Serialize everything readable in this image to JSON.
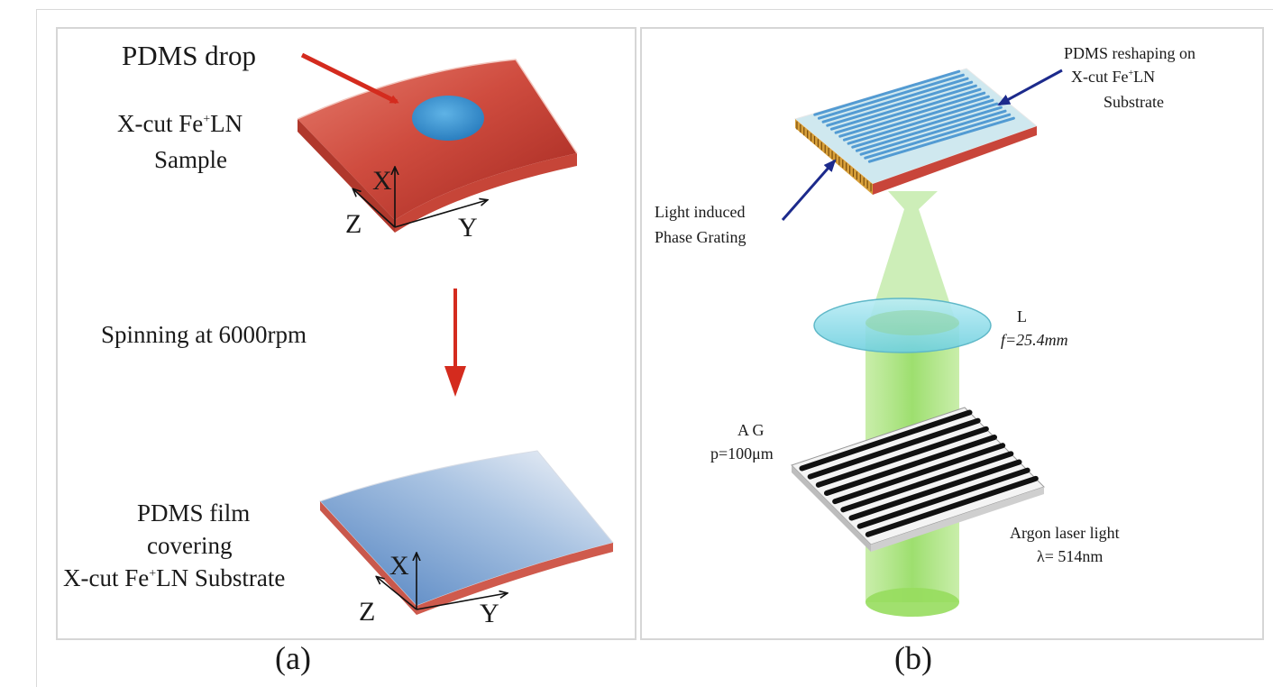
{
  "panel_a": {
    "pdms_drop": "PDMS drop",
    "sample_line1": "X-cut Fe",
    "sample_sup": "+",
    "sample_line1_end": "LN",
    "sample_line2": "Sample",
    "spinning": "Spinning  at 6000rpm",
    "film_line1": "PDMS film",
    "film_line2": "covering",
    "film_line3_start": "X-cut Fe",
    "film_sup": "+",
    "film_line3_end": "LN Substrate",
    "axis_x": "X",
    "axis_y": "Y",
    "axis_z": "Z",
    "caption": "(a)"
  },
  "panel_b": {
    "reshape_line1": "PDMS reshaping on",
    "reshape_line2_start": "X-cut Fe",
    "reshape_sup": "+",
    "reshape_line2_end": "LN",
    "reshape_line3": "Substrate",
    "grating_line1": "Light induced",
    "grating_line2": "Phase Grating",
    "lens_label": "L",
    "lens_focal": "f=25.4mm",
    "ag_line1": "A G",
    "ag_line2": "p=100μm",
    "laser_line1": "Argon laser light",
    "laser_line2": "λ= 514nm",
    "caption": "(b)"
  },
  "colors": {
    "substrate_red": "#c8453a",
    "pdms_blue": "#3d8ecf",
    "arrow_red": "#d42b1e",
    "arrow_navy": "#1c2a8c",
    "laser_green": "#a6e36b"
  }
}
